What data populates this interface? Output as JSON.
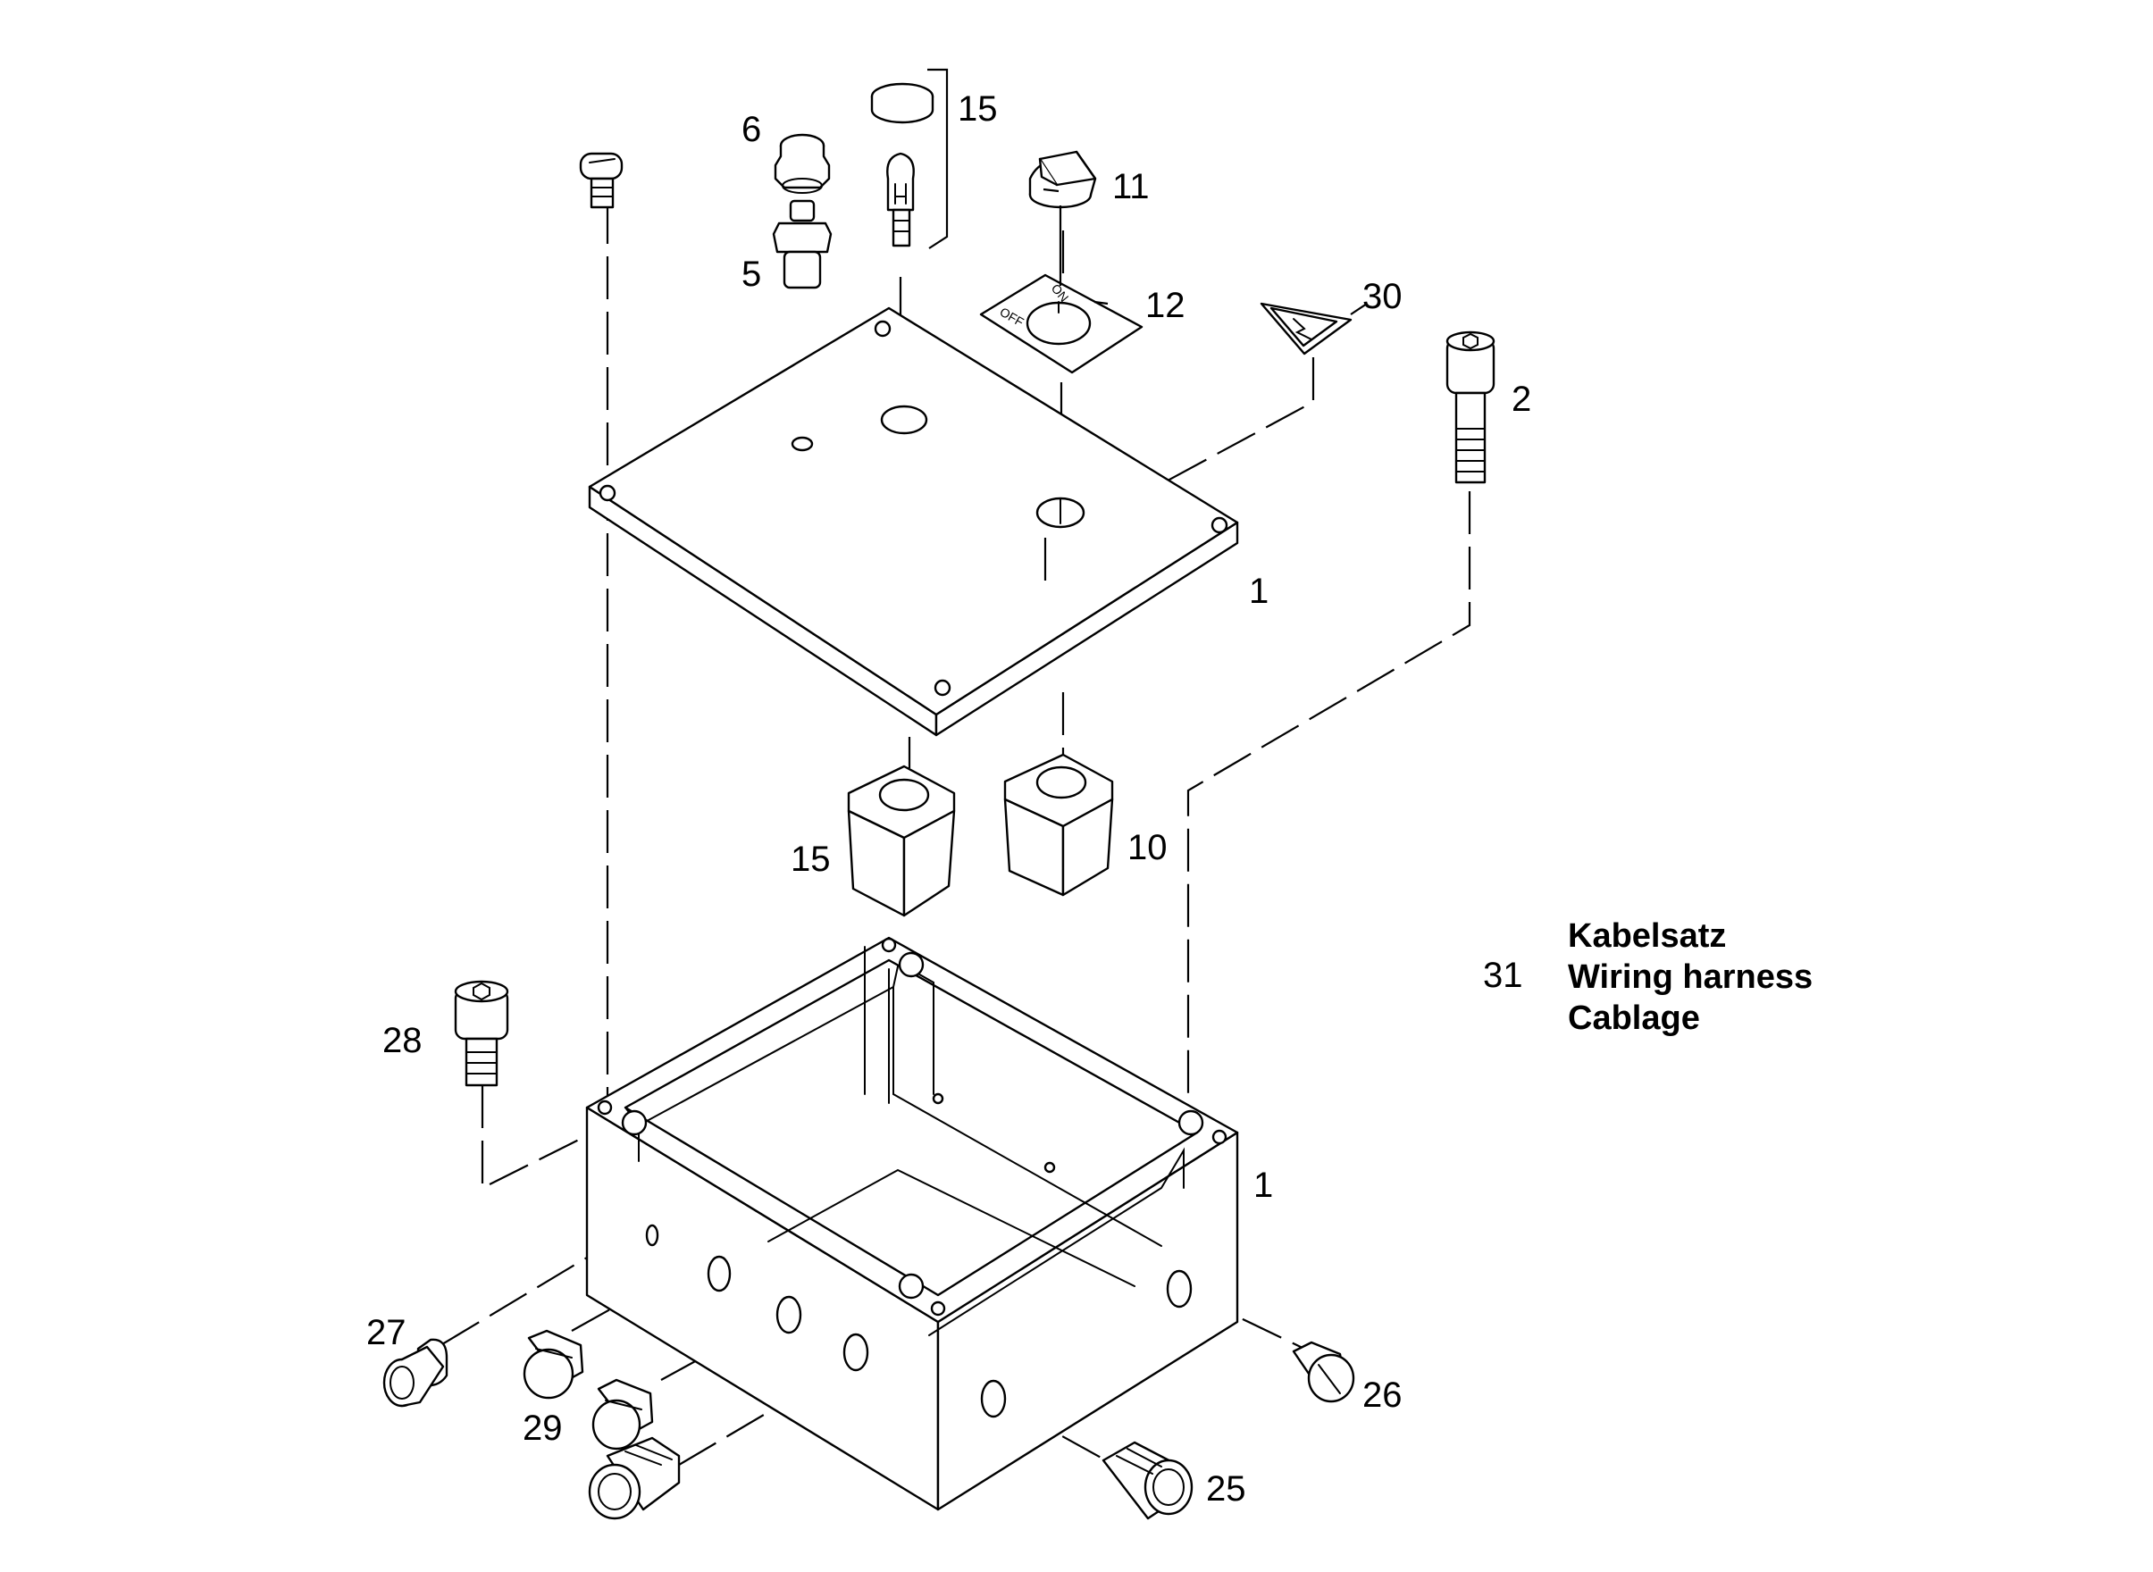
{
  "callouts": {
    "p1_lid": "1",
    "p1_box": "1",
    "p2": "2",
    "p5": "5",
    "p6": "6",
    "p10": "10",
    "p11": "11",
    "p12": "12",
    "p15_top": "15",
    "p15_mid": "15",
    "p25": "25",
    "p26": "26",
    "p27": "27",
    "p28": "28",
    "p29": "29",
    "p30": "30"
  },
  "switch_plate": {
    "off": "OFF",
    "on": "ON"
  },
  "legend": {
    "number": "31",
    "line_de": "Kabelsatz",
    "line_en": "Wiring harness",
    "line_fr": "Cablage"
  }
}
